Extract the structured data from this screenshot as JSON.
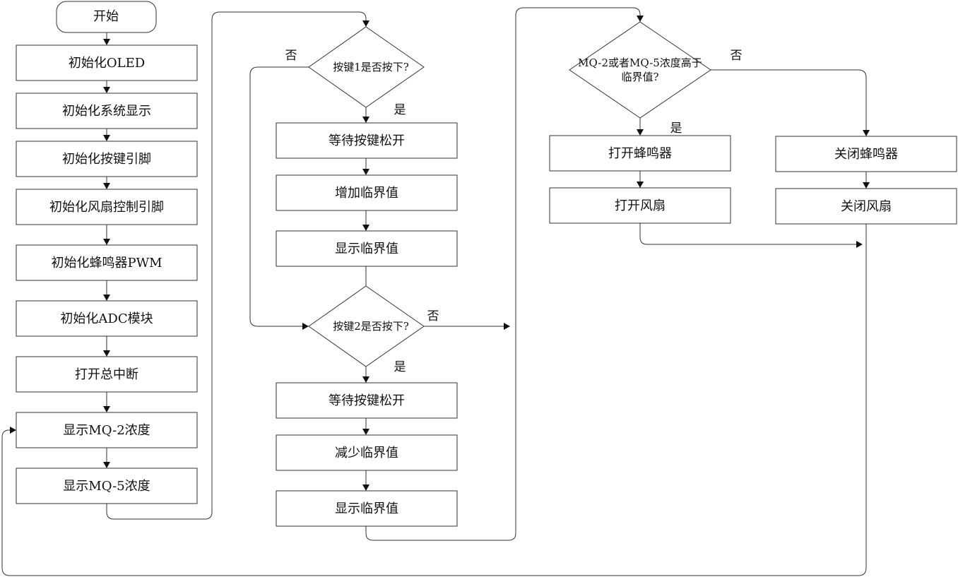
{
  "nodes": {
    "start": "开始",
    "init_oled": "初始化OLED",
    "init_display": "初始化系统显示",
    "init_key_pins": "初始化按键引脚",
    "init_fan_pins": "初始化风扇控制引脚",
    "init_buzzer_pwm": "初始化蜂鸣器PWM",
    "init_adc": "初始化ADC模块",
    "enable_interrupt": "打开总中断",
    "show_mq2": "显示MQ-2浓度",
    "show_mq5": "显示MQ-5浓度",
    "key1_question": "按键1是否按下?",
    "wait_release_1": "等待按键松开",
    "increase_threshold": "增加临界值",
    "show_threshold_1": "显示临界值",
    "key2_question": "按键2是否按下?",
    "wait_release_2": "等待按键松开",
    "decrease_threshold": "减少临界值",
    "show_threshold_2": "显示临界值",
    "gas_question_line1": "MQ-2或者MQ-5浓度高于",
    "gas_question_line2": "临界值?",
    "buzzer_on": "打开蜂鸣器",
    "fan_on": "打开风扇",
    "buzzer_off": "关闭蜂鸣器",
    "fan_off": "关闭风扇"
  },
  "labels": {
    "key1_no": "否",
    "key1_yes": "是",
    "key2_no": "否",
    "key2_yes": "是",
    "gas_no": "否",
    "gas_yes": "是"
  }
}
